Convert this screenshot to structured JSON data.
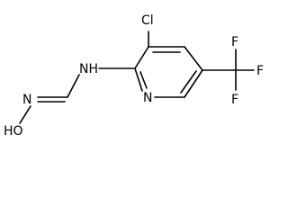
{
  "diagram": {
    "type": "chemical-structure",
    "atom_labels": {
      "cl": "Cl",
      "nh": "NH",
      "n_ring": "N",
      "n_oxime": "N",
      "hydroxyl": "HO",
      "f_top": "F",
      "f_right": "F",
      "f_bottom": "F"
    },
    "colors": {
      "ink": "#000000",
      "background": "#ffffff"
    }
  }
}
